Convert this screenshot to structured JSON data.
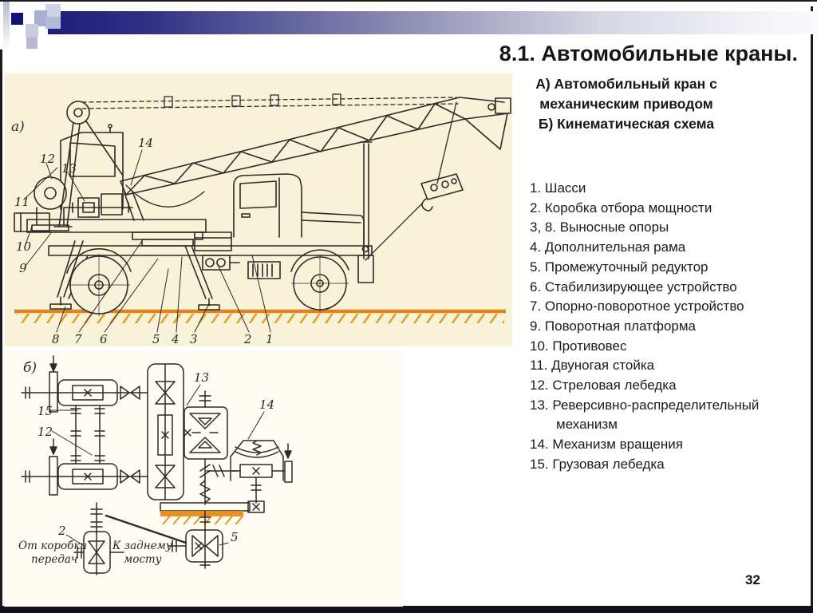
{
  "slide": {
    "title": "8.1. Автомобильные краны.",
    "subtitle_lines": [
      "А) Автомобильный кран с",
      "механическим приводом",
      "Б) Кинематическая схема"
    ],
    "page_number": "32"
  },
  "legend": {
    "items": [
      "1. Шасси",
      "2. Коробка отбора мощности",
      "3, 8. Выносные опоры",
      "4. Дополнительная рама",
      "5. Промежуточный редуктор",
      "6. Стабилизирующее устройство",
      "7. Опорно-поворотное устройство",
      "9. Поворотная платформа",
      "10. Противовес",
      "11. Двуногая стойка",
      "12. Стреловая лебедка",
      "13. Реверсивно-распределительный механизм",
      "14. Механизм вращения",
      "15. Грузовая лебедка"
    ]
  },
  "figure_a": {
    "label": "а)",
    "callouts": {
      "c1": "1",
      "c2": "2",
      "c3": "3",
      "c4": "4",
      "c5": "5",
      "c6": "6",
      "c7": "7",
      "c8": "8",
      "c9": "9",
      "c10": "10",
      "c11": "11",
      "c12": "12",
      "c13": "13",
      "c14": "14"
    }
  },
  "figure_b": {
    "label": "б)",
    "callouts": {
      "c2": "2",
      "c5": "5",
      "c12": "12",
      "c13": "13",
      "c14": "14",
      "c15": "15"
    },
    "shaft_from_line1": "От коробки",
    "shaft_from_line2": "передач",
    "shaft_to_line1": "К заднему",
    "shaft_to_line2": "мосту"
  },
  "colors": {
    "accent_navy": "#1e1e7a",
    "photo_cream": "#f8f2d8",
    "ground_orange": "#e0841c",
    "ink": "#2e2b26"
  }
}
